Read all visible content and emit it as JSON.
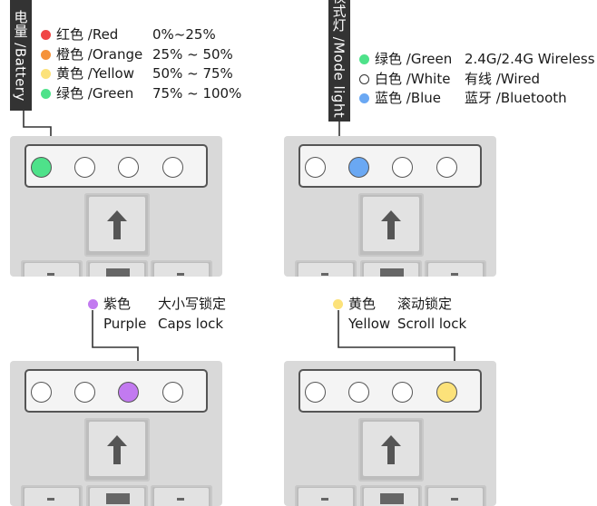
{
  "colors": {
    "red": "#f04545",
    "orange": "#f5923a",
    "yellow": "#fce27a",
    "green": "#4ee28a",
    "white": "#ffffff",
    "blue": "#6aa8f3",
    "purple": "#c27af0"
  },
  "battery": {
    "label": "电量 /Battery",
    "items": [
      {
        "name": "红色 /Red",
        "range": "0%~25%",
        "color": "#f04545"
      },
      {
        "name": "橙色 /Orange",
        "range": "25% ~ 50%",
        "color": "#f5923a"
      },
      {
        "name": "黄色 /Yellow",
        "range": "50% ~ 75%",
        "color": "#fce27a"
      },
      {
        "name": "绿色 /Green",
        "range": "75% ~ 100%",
        "color": "#4ee28a"
      }
    ]
  },
  "mode": {
    "label": "模式灯 /Mode light",
    "items": [
      {
        "name": "绿色 /Green",
        "mode": "2.4G/2.4G Wireless",
        "color": "#4ee28a"
      },
      {
        "name": "白色 /White",
        "mode": "有线 /Wired",
        "color": "#ffffff"
      },
      {
        "name": "蓝色 /Blue",
        "mode": "蓝牙 /Bluetooth",
        "color": "#6aa8f3"
      }
    ]
  },
  "caps": {
    "color_cn": "紫色",
    "color_en": "Purple",
    "func_cn": "大小写锁定",
    "func_en": "Caps lock",
    "color": "#c27af0"
  },
  "scroll": {
    "color_cn": "黄色",
    "color_en": "Yellow",
    "func_cn": "滚动锁定",
    "func_en": "Scroll lock",
    "color": "#fce27a"
  },
  "panels": [
    {
      "lit_led": 1,
      "lit_color": "#4ee28a"
    },
    {
      "lit_led": 2,
      "lit_color": "#6aa8f3"
    },
    {
      "lit_led": 3,
      "lit_color": "#c27af0"
    },
    {
      "lit_led": 4,
      "lit_color": "#fce27a"
    }
  ],
  "icons": {
    "key_arrow": "up-arrow-icon"
  }
}
